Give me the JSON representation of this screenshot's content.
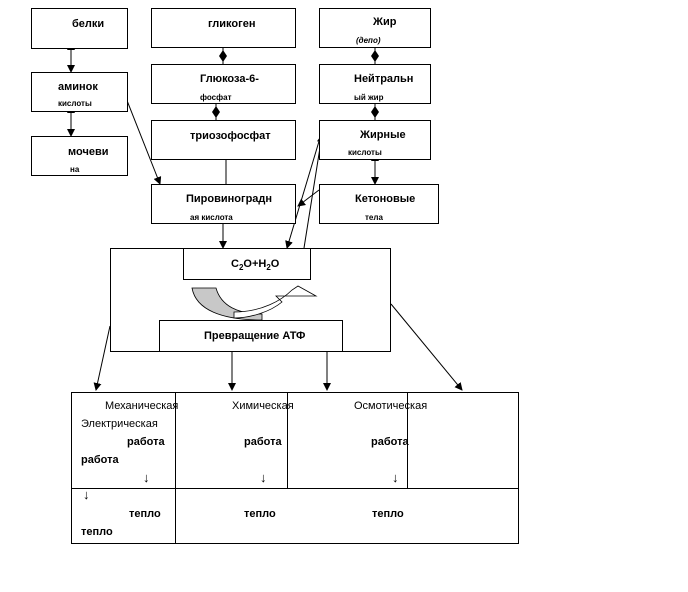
{
  "sources": {
    "proteins": "белки",
    "amino_1": "аминок",
    "amino_2": "кислоты",
    "urea_1": "мочеви",
    "urea_2": "на",
    "glycogen": "гликоген",
    "g6p_1": "Глюкоза-6-",
    "g6p_2": "фосфат",
    "triose": "триозофосфат",
    "pyruvate_1": "Пировиноградн",
    "pyruvate_2": "ая кислота",
    "fat_1": "Жир",
    "fat_2": "(депо)",
    "neutral_fat_1": "Нейтральн",
    "neutral_fat_2": "ый жир",
    "fatty_acids_1": "Жирные",
    "fatty_acids_2": "кислоты",
    "ketones_1": "Кетоновые",
    "ketones_2": "тела"
  },
  "cycle": {
    "product_c": "C",
    "product_sub1": "2",
    "product_mid": "O+H",
    "product_sub2": "2",
    "product_o": "O",
    "atp": "Превращение АТФ"
  },
  "work": {
    "mechanical": "Механическая",
    "electrical": "Электрическая",
    "work_word": "работа",
    "chemical": "Химическая",
    "osmotic": "Осмотическая",
    "heat": "тепло"
  },
  "colors": {
    "line": "#000000",
    "grey_arc": "#c8c8c8"
  }
}
